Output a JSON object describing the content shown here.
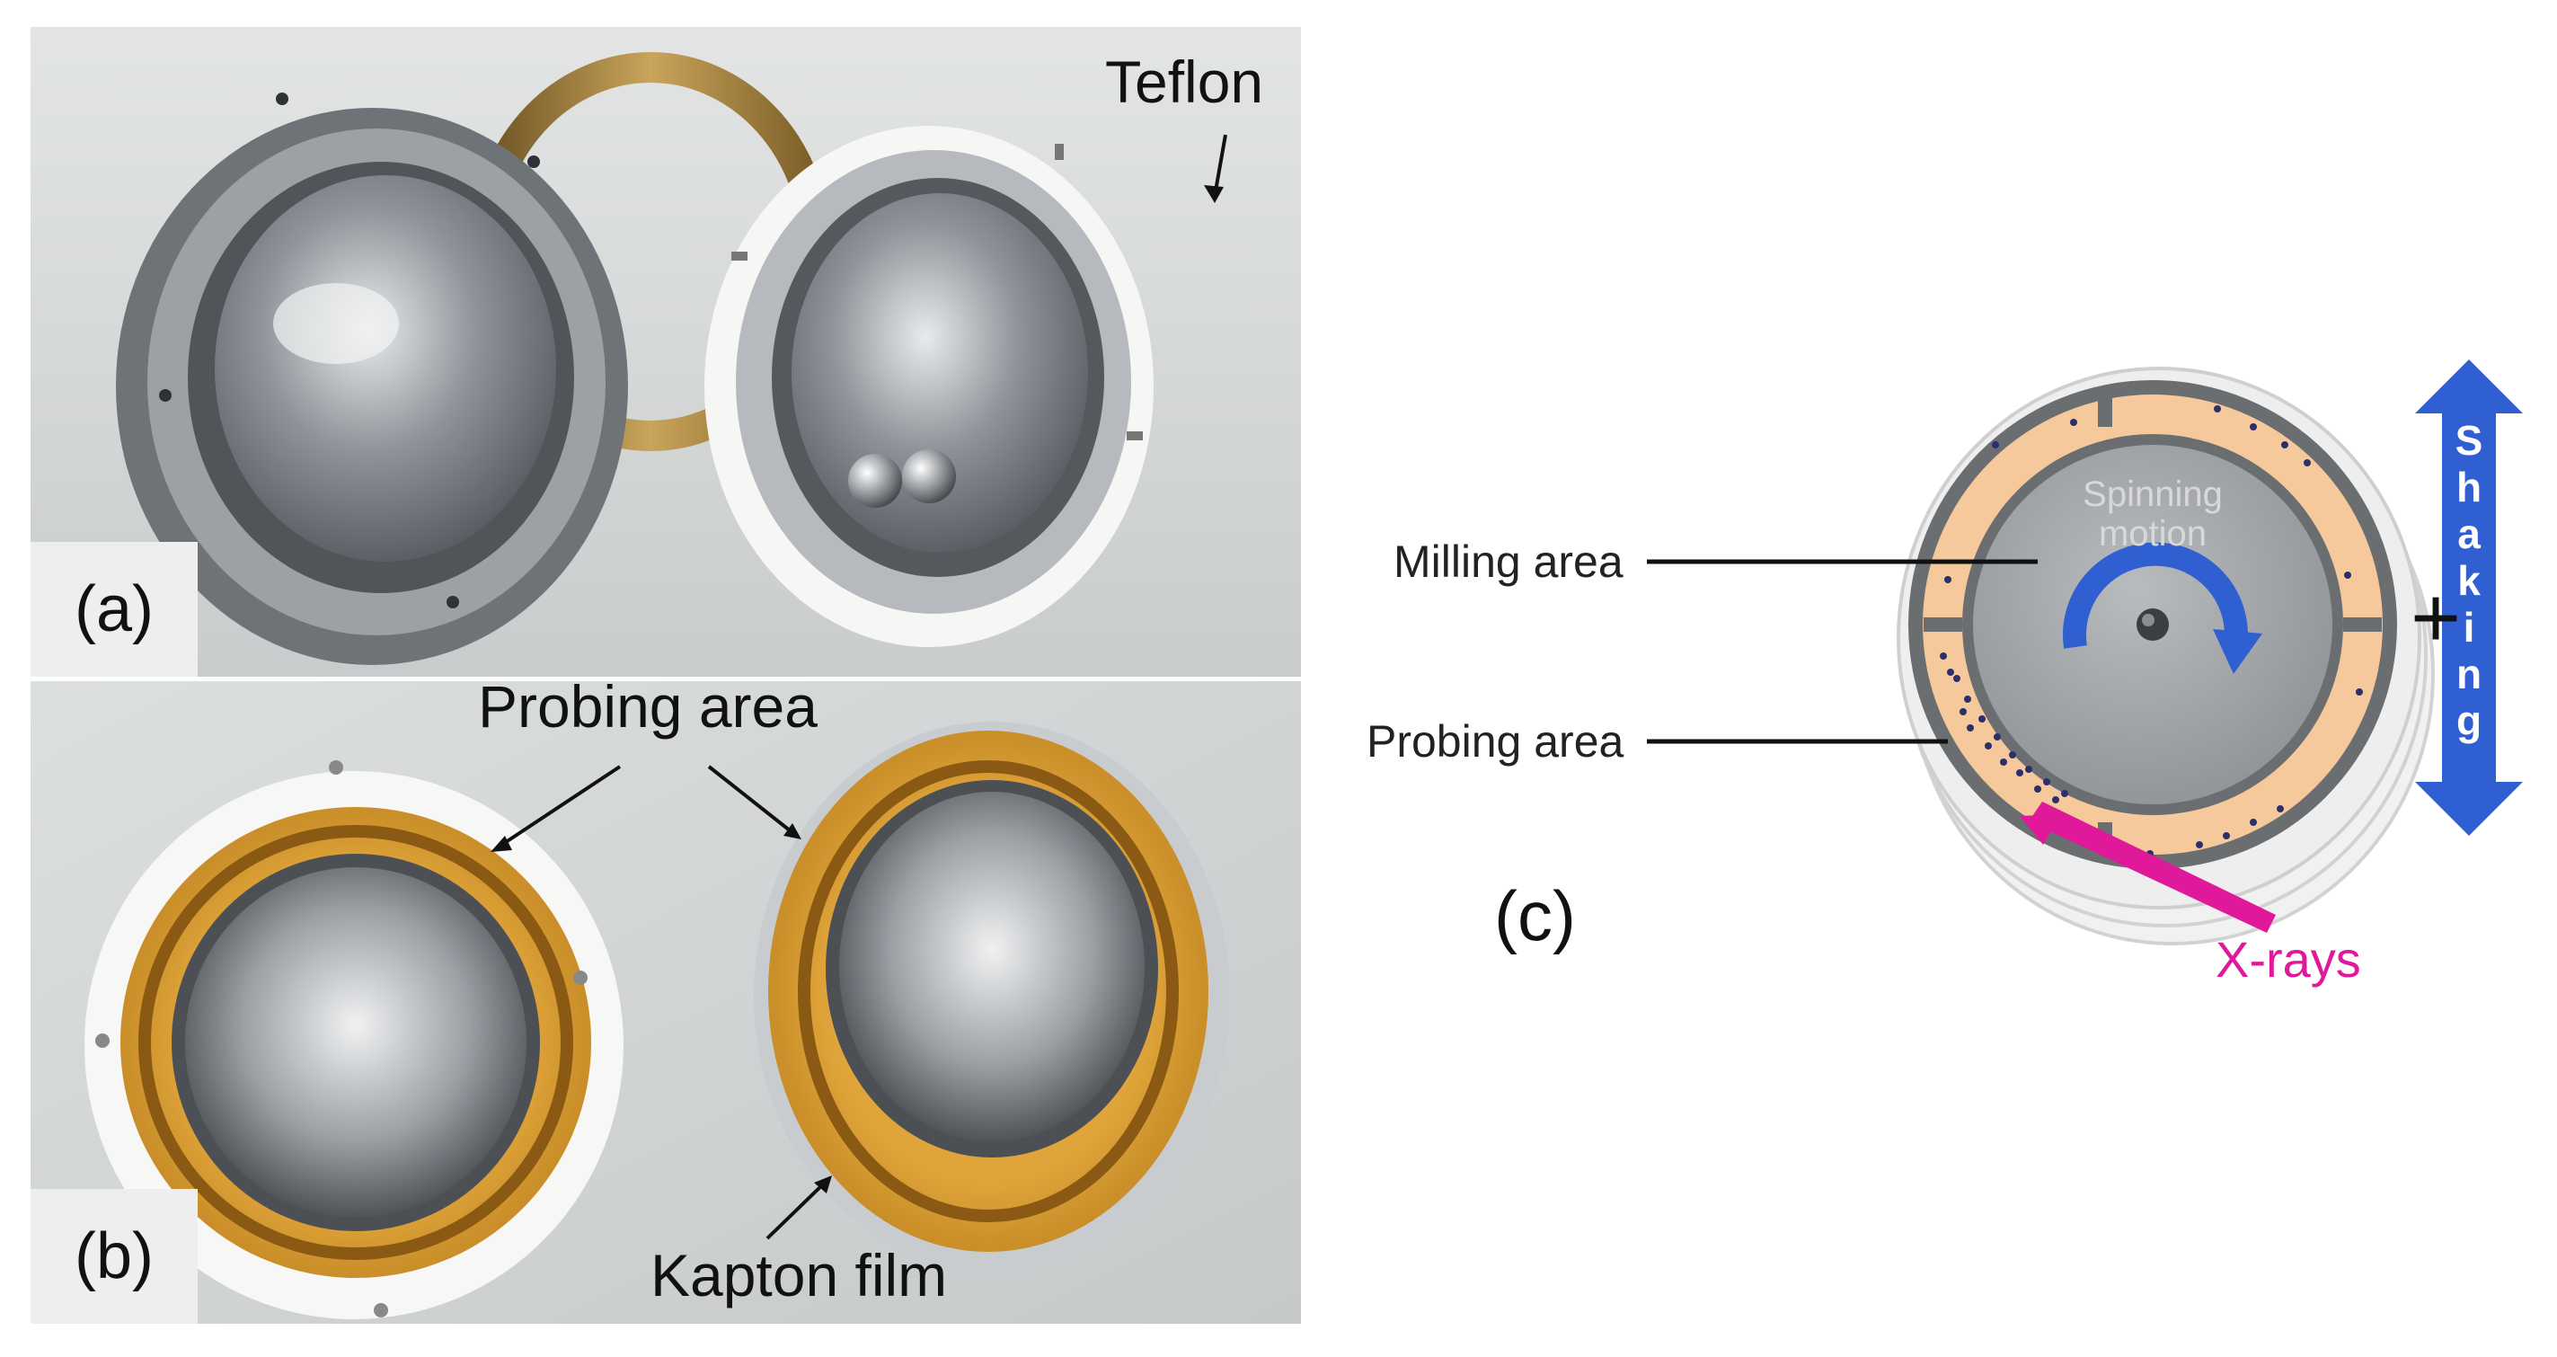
{
  "panels": {
    "a": {
      "tag": "(a)",
      "callouts": {
        "teflon": "Teflon"
      }
    },
    "b": {
      "tag": "(b)",
      "callouts": {
        "probing_area": "Probing area",
        "kapton_film": "Kapton film"
      }
    },
    "c": {
      "tag": "(c)",
      "labels": {
        "milling_area": "Milling area",
        "probing_area": "Probing area",
        "spinning_motion_line1": "Spinning",
        "spinning_motion_line2": "motion",
        "xrays": "X-rays",
        "plus": "+",
        "shaking": [
          "S",
          "h",
          "a",
          "k",
          "i",
          "n",
          "g"
        ]
      }
    }
  },
  "colors": {
    "photo_background": "#d9dcdc",
    "steel": "#a7acb0",
    "teflon": "#f4f4f2",
    "kapton": "#d69a2a",
    "brass": "#b08a3c",
    "chamber_fill": "#f6c99d",
    "chamber_edge": "#6b6e70",
    "disc_grey": "#9ea1a4",
    "xray_magenta": "#e0199a",
    "arrow_blue": "#2f5fd0"
  },
  "icons": [
    "curved-rotation-arrow-icon",
    "double-headed-vertical-arrow-icon",
    "xray-beam-arrow-icon"
  ]
}
